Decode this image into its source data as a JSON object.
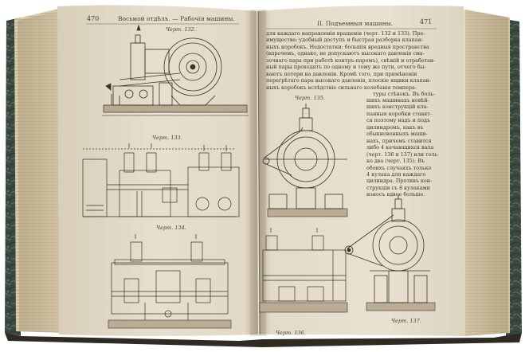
{
  "left_page": {
    "page_number": "470",
    "header": "Восьмой отдѣлъ. — Рабочія машины.",
    "figures": [
      {
        "caption": "Черт. 132."
      },
      {
        "caption": "Черт. 133."
      },
      {
        "caption": "Черт. 134."
      }
    ]
  },
  "right_page": {
    "page_number": "471",
    "header": "II. Подъемныя машины.",
    "text_top": [
      "для каждаго направленія вращенія (черт. 132 и 133). Пре-",
      "имущества: удобный доступъ и быстрая разборка клапан-",
      "ныхъ коробокъ. Недостатки: большія вредныя пространства",
      "(впрочемъ, однако, не допускаютъ высокаго давленія сма-",
      "зочнаго пара при работѣ контръ-паромъ), свѣжій и отработан-",
      "ный пары проходятъ по одному и тому же пути, отчего бы-",
      "ваютъ потери на давленіи. Кромѣ того, при примѣненіи",
      "перегрѣтаго пара высокаго давленія, плоскіе ящики клапан-",
      "ныхъ коробокъ вслѣдствіе сильнаго колебанія темпера-",
      "туры стѣнокъ. Въ боль-"
    ],
    "text_side": [
      "шихъ машинахъ новѣй-",
      "шихъ конструкцій кла-",
      "панныя коробки ставят-",
      "ся поэтому надъ и подъ",
      "цилиндромъ, какъ въ",
      "обыкновенныхъ маши-",
      "нахъ, причемъ ставится",
      "либо 4 качающихся вала",
      "(черт. 136 и 137) или толь-",
      "ко два (черт. 135). Въ",
      "обоихъ случаяхъ только",
      "4 кулака для каждаго",
      "цилиндра. Противъ кон-",
      "струкціи съ 8 кулаками",
      "износъ вдвое больше."
    ],
    "figures": [
      {
        "caption": "Черт. 135."
      },
      {
        "caption": "Черт. 136."
      },
      {
        "caption": "Черт. 137."
      }
    ]
  }
}
